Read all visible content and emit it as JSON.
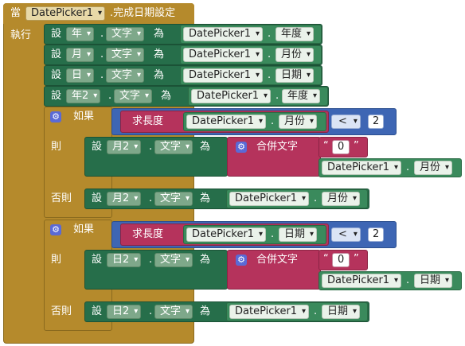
{
  "event": {
    "keyword_when": "當",
    "component": "DatePicker1",
    "event_name": ".完成日期設定",
    "keyword_do": "執行"
  },
  "kw": {
    "set": "設",
    "to": "為",
    "if": "如果",
    "then": "則",
    "else": "否則",
    "dot": ".",
    "length": "求長度",
    "join": "合併文字"
  },
  "vars": {
    "year": "年",
    "month": "月",
    "day": "日",
    "year2": "年2",
    "month2": "月2",
    "day2": "日2"
  },
  "prop_text": "文字",
  "component": "DatePicker1",
  "props": {
    "year": "年度",
    "month": "月份",
    "day": "日期"
  },
  "compare": {
    "op": "<",
    "value": "2"
  },
  "join_string": "0",
  "icons": {
    "mutator": "gear-icon",
    "dropdown": "chevron-down-icon"
  },
  "colors": {
    "event": "#b58a2c",
    "setter": "#266e4a",
    "getter": "#3a8a5c",
    "math": "#3e66b4",
    "text": "#b5335c"
  }
}
